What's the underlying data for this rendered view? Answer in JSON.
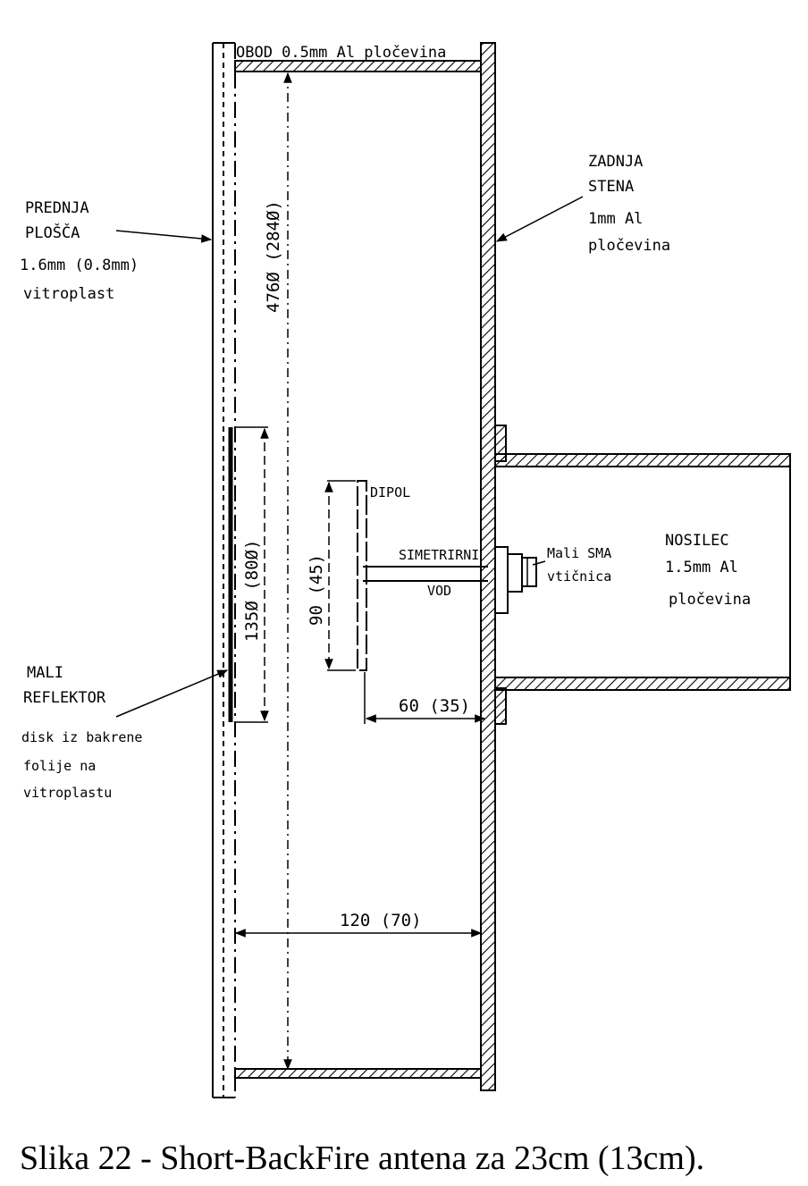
{
  "labels": {
    "obod": "OBOD 0.5mm Al pločevina",
    "front_1": "PREDNJA",
    "front_2": "PLOŠČA",
    "front_3": "1.6mm (0.8mm)",
    "front_4": "vitroplast",
    "back_1": "ZADNJA",
    "back_2": "STENA",
    "back_3": "1mm Al",
    "back_4": "pločevina",
    "refl_1": "MALI",
    "refl_2": "REFLEKTOR",
    "refl_3": "disk iz bakrene",
    "refl_4": "folije na",
    "refl_5": "vitroplastu",
    "dipol": "DIPOL",
    "sym_1": "SIMETRIRNI",
    "sym_2": "VOD",
    "sma_1": "Mali SMA",
    "sma_2": "vtičnica",
    "nos_1": "NOSILEC",
    "nos_2": "1.5mm Al",
    "nos_3": "pločevina"
  },
  "dimensions": {
    "outer_diameter": "476Ø (284Ø)",
    "reflector_diameter": "135Ø (80Ø)",
    "dipole_length": "90 (45)",
    "dipole_spacing": "60 (35)",
    "depth": "120 (70)"
  },
  "caption": "Slika 22 - Short-BackFire antena za 23cm (13cm).",
  "colors": {
    "ink": "#000000",
    "paper": "#ffffff"
  }
}
